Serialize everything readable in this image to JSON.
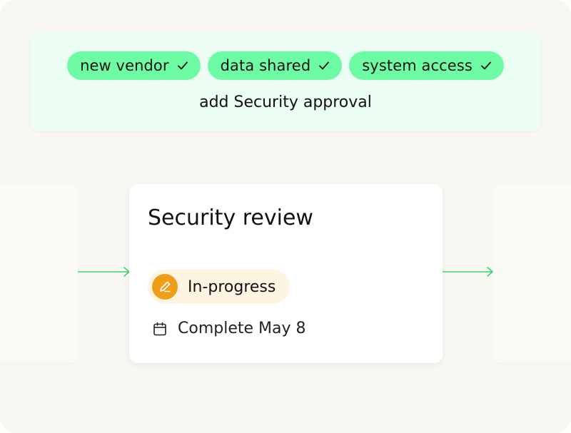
{
  "rule": {
    "conditions": [
      {
        "label": "new vendor"
      },
      {
        "label": "data shared"
      },
      {
        "label": "system access"
      }
    ],
    "action": "add Security approval"
  },
  "step": {
    "title": "Security review",
    "status": "In-progress",
    "due": "Complete May 8"
  },
  "colors": {
    "canvas": "#f9f7f2",
    "rule_panel": "#ecfdf3",
    "chip": "#6dfca4",
    "connector": "#3ed46f",
    "status_icon": "#f09d1a",
    "status_pill": "#fdf4e2"
  },
  "icons": {
    "check": "check-icon",
    "status": "pencil-icon",
    "due": "calendar-icon",
    "connector": "arrow-right-icon"
  }
}
